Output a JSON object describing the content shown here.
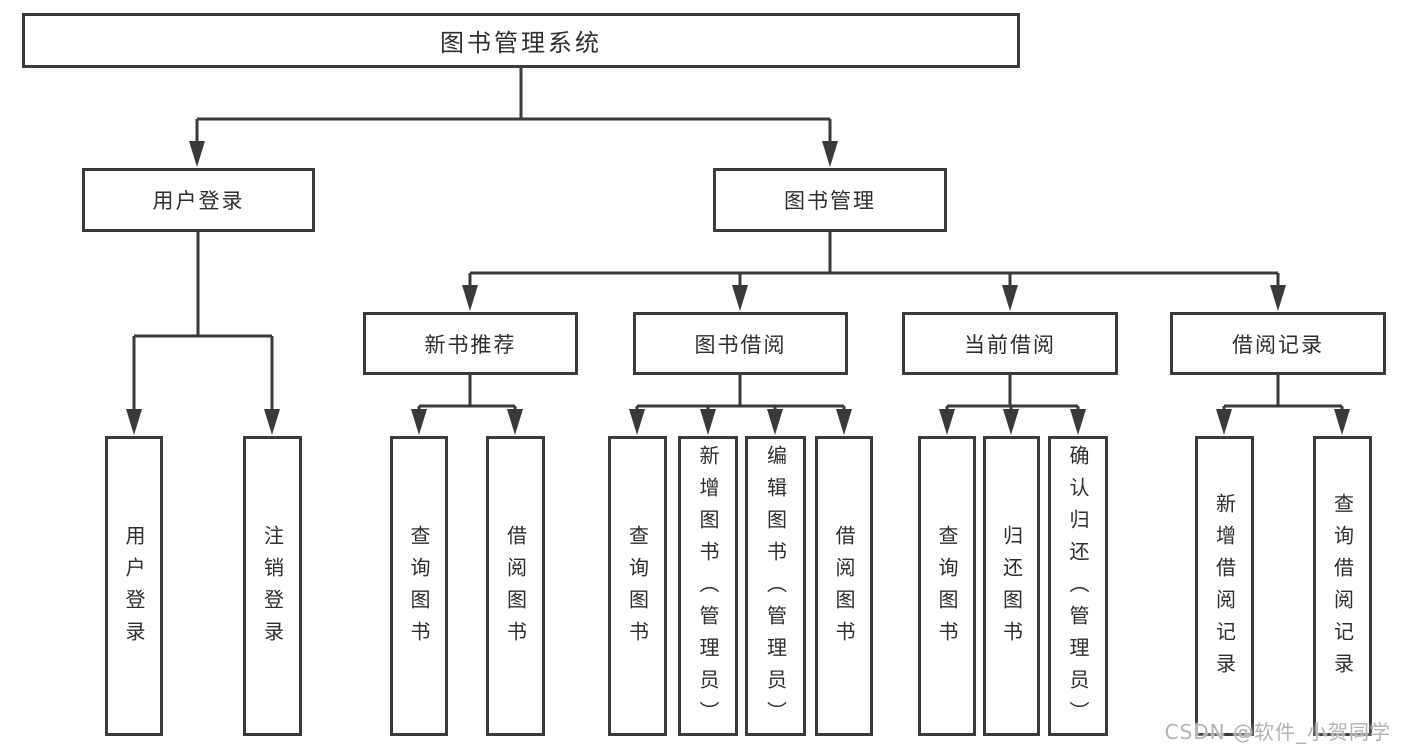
{
  "diagram": {
    "type": "functional-structure-tree",
    "root": {
      "label": "图书管理系统"
    },
    "level2": [
      {
        "label": "用户登录",
        "parent": "图书管理系统"
      },
      {
        "label": "图书管理",
        "parent": "图书管理系统"
      }
    ],
    "level3": [
      {
        "label": "新书推荐",
        "parent": "图书管理"
      },
      {
        "label": "图书借阅",
        "parent": "图书管理"
      },
      {
        "label": "当前借阅",
        "parent": "图书管理"
      },
      {
        "label": "借阅记录",
        "parent": "图书管理"
      }
    ],
    "leaves": [
      {
        "label": "用户登录",
        "parent": "用户登录"
      },
      {
        "label": "注销登录",
        "parent": "用户登录"
      },
      {
        "label": "查询图书",
        "parent": "新书推荐"
      },
      {
        "label": "借阅图书",
        "parent": "新书推荐"
      },
      {
        "label": "查询图书",
        "parent": "图书借阅"
      },
      {
        "label": "新增图书（管理员）",
        "parent": "图书借阅"
      },
      {
        "label": "编辑图书（管理员）",
        "parent": "图书借阅"
      },
      {
        "label": "借阅图书",
        "parent": "图书借阅"
      },
      {
        "label": "查询图书",
        "parent": "当前借阅"
      },
      {
        "label": "归还图书",
        "parent": "当前借阅"
      },
      {
        "label": "确认归还（管理员）",
        "parent": "当前借阅"
      },
      {
        "label": "新增借阅记录",
        "parent": "借阅记录"
      },
      {
        "label": "查询借阅记录",
        "parent": "借阅记录"
      }
    ]
  },
  "watermark": {
    "text": "CSDN @软件_小贺同学"
  },
  "colors": {
    "box_border": "#3a3a3a",
    "box_fill": "#ffffff",
    "line": "#3a3a3a",
    "text": "#2e2e2e",
    "watermark": "#b3b3b3",
    "background": "#ffffff"
  }
}
